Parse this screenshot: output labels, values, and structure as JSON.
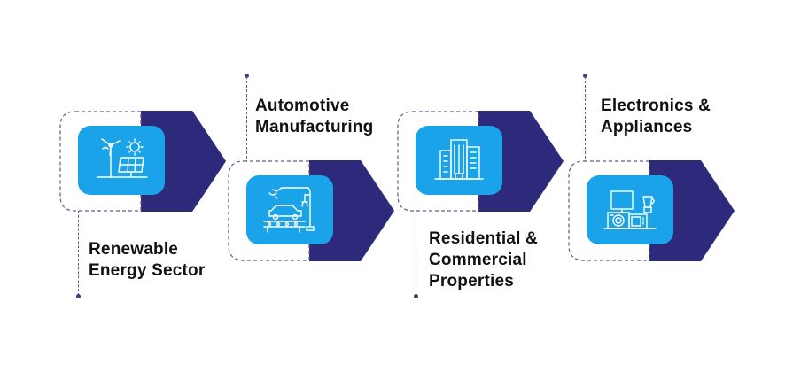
{
  "colors": {
    "primary": "#2e2a7b",
    "accent": "#1aa3e8",
    "outline": "#5b5f8f",
    "text": "#111111"
  },
  "steps": [
    {
      "label_line1": "Renewable",
      "label_line2": "Energy Sector",
      "label_line3": "",
      "icon": "wind-solar-icon"
    },
    {
      "label_line1": "Automotive",
      "label_line2": "Manufacturing",
      "label_line3": "",
      "icon": "car-assembly-icon"
    },
    {
      "label_line1": "Residential &",
      "label_line2": "Commercial",
      "label_line3": "Properties",
      "icon": "buildings-icon"
    },
    {
      "label_line1": "Electronics &",
      "label_line2": "Appliances",
      "label_line3": "",
      "icon": "appliances-icon"
    }
  ]
}
